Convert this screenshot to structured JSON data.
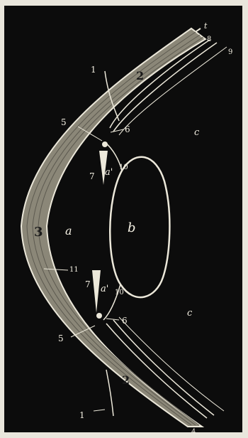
{
  "labels": {
    "n1_top": "1",
    "n1_bottom": "1",
    "n2_top": "2",
    "n2_bottom": "2",
    "n3": "3",
    "n4": "4",
    "n5_top": "5",
    "n5_bottom": "5",
    "n6_top": "6",
    "n6_bottom": "6",
    "n7_top": "7",
    "n7_bottom": "7",
    "n8": "8",
    "n9": "9",
    "n10_top": "10",
    "n10_bottom": "10",
    "n11": "11",
    "t": "t",
    "a": "a",
    "a_prime_top": "a'",
    "a_prime_bottom": "a'",
    "b": "b",
    "c_top": "c",
    "c_bottom": "c"
  },
  "colors": {
    "background": "#0c0c0c",
    "paper": "#e9e6dc",
    "line": "#ece8da",
    "cornea_fill": "#8b8778"
  }
}
